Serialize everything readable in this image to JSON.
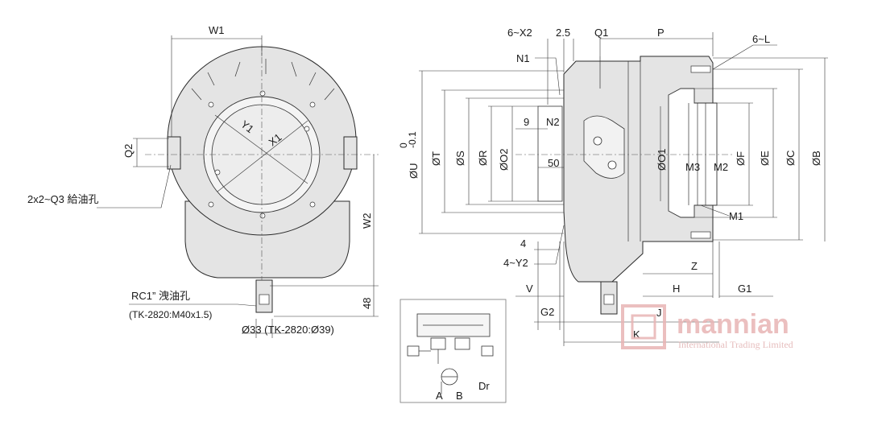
{
  "front_view": {
    "dims": {
      "W1": "W1",
      "Y1": "Y1",
      "X1": "X1",
      "Q2": "Q2",
      "W2": "W2",
      "d48": "48"
    },
    "notes": {
      "supply_holes": "2x2~Q3 給油孔",
      "drain_port": "RC1” 洩油孔",
      "drain_port_alt": "(TK-2820:M40x1.5)",
      "shaft_dia": "Ø33 (TK-2820:Ø39)"
    }
  },
  "side_view": {
    "top_dims": {
      "x2": "6~X2",
      "d2_5": "2.5",
      "q1": "Q1",
      "p": "P",
      "l": "6~L",
      "n1": "N1",
      "n2": "N2",
      "d9": "9"
    },
    "diameters": {
      "u": "ØU",
      "u_tol_up": "0",
      "u_tol_low": "-0.1",
      "t": "ØT",
      "s": "ØS",
      "r": "ØR",
      "o2": "ØO2",
      "o1": "ØO1",
      "f": "ØF",
      "e": "ØE",
      "c": "ØC",
      "b": "ØB"
    },
    "inner": {
      "d50": "50",
      "m3": "M3",
      "m2": "M2",
      "m1": "M1"
    },
    "bottom_dims": {
      "d4": "4",
      "y2": "4~Y2",
      "v": "V",
      "g2": "G2",
      "z": "Z",
      "h": "H",
      "g1": "G1",
      "j": "J",
      "k": "K"
    }
  },
  "hydraulic_schematic": {
    "ports": [
      "A",
      "B",
      "Dr"
    ]
  },
  "watermark": {
    "brand": "mannian",
    "subtitle": "International Trading Limited",
    "color": "#e8b4b4"
  }
}
